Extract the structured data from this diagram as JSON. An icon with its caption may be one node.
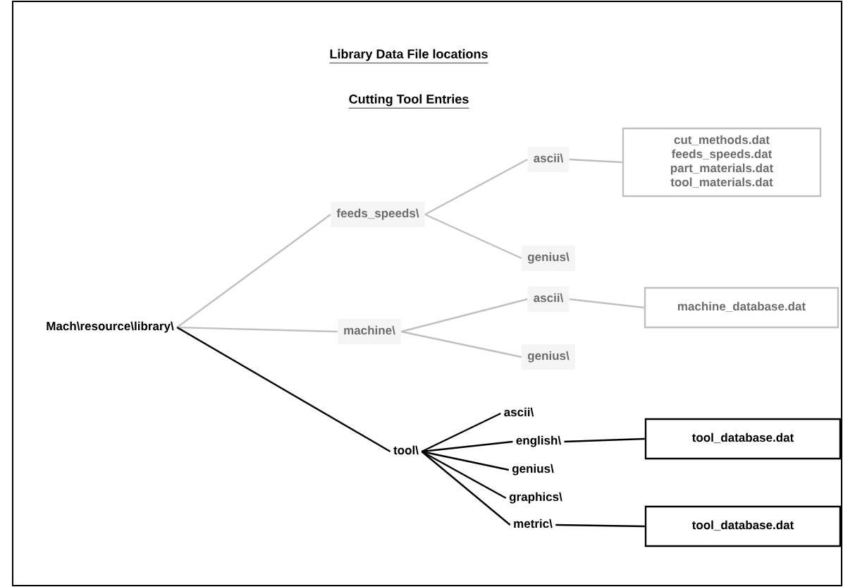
{
  "diagram": {
    "title": "Library Data File locations",
    "nodes": [
      {
        "text": [
          "Mach\\resource\\library\\"
        ]
      },
      {
        "text": [
          "feeds_speeds\\"
        ]
      },
      {
        "text": [
          "ascii\\"
        ]
      },
      {
        "text": [
          "genius\\"
        ]
      },
      {
        "text": [
          "cut_methods.dat",
          "feeds_speeds.dat",
          "part_materials.dat",
          "tool_materials.dat"
        ]
      },
      {
        "text": [
          "machine\\"
        ]
      },
      {
        "text": [
          "ascii\\"
        ]
      },
      {
        "text": [
          "genius\\"
        ]
      },
      {
        "text": [
          "machine_database.dat"
        ]
      },
      {
        "text": [
          "tool\\"
        ]
      },
      {
        "text": [
          "ascii\\"
        ]
      },
      {
        "text": [
          "english\\"
        ]
      },
      {
        "text": [
          "genius\\"
        ]
      },
      {
        "text": [
          "graphics\\"
        ]
      },
      {
        "text": [
          "metric\\"
        ]
      },
      {
        "text": [
          "tool_database.dat"
        ]
      },
      {
        "text": [
          "tool_database.dat"
        ]
      }
    ],
    "edges": [
      {
        "from": 0,
        "to": 1,
        "arrow": "none",
        "color": "#c0c0c0"
      },
      {
        "from": 0,
        "to": 5,
        "arrow": "none",
        "color": "#c0c0c0"
      },
      {
        "from": 0,
        "to": 9,
        "arrow": "none",
        "color": "#000000"
      },
      {
        "from": 1,
        "to": 2,
        "arrow": "none",
        "color": "#c0c0c0"
      },
      {
        "from": 1,
        "to": 3,
        "arrow": "none",
        "color": "#c0c0c0"
      },
      {
        "from": 2,
        "to": 4,
        "arrow": "none",
        "color": "#c0c0c0"
      },
      {
        "from": 5,
        "to": 6,
        "arrow": "none",
        "color": "#c0c0c0"
      },
      {
        "from": 5,
        "to": 7,
        "arrow": "none",
        "color": "#c0c0c0"
      },
      {
        "from": 6,
        "to": 8,
        "arrow": "none",
        "color": "#c0c0c0"
      },
      {
        "from": 9,
        "to": 10,
        "arrow": "none",
        "color": "#000000"
      },
      {
        "from": 9,
        "to": 11,
        "arrow": "none",
        "color": "#000000"
      },
      {
        "from": 9,
        "to": 12,
        "arrow": "none",
        "color": "#000000"
      },
      {
        "from": 9,
        "to": 13,
        "arrow": "none",
        "color": "#000000"
      },
      {
        "from": 9,
        "to": 14,
        "arrow": "none",
        "color": "#000000"
      },
      {
        "from": 11,
        "to": 15,
        "arrow": "none",
        "color": "#000000"
      },
      {
        "from": 14,
        "to": 16,
        "arrow": "none",
        "color": "#000000"
      }
    ],
    "labels": [
      "Cutting Tool Entries"
    ]
  }
}
